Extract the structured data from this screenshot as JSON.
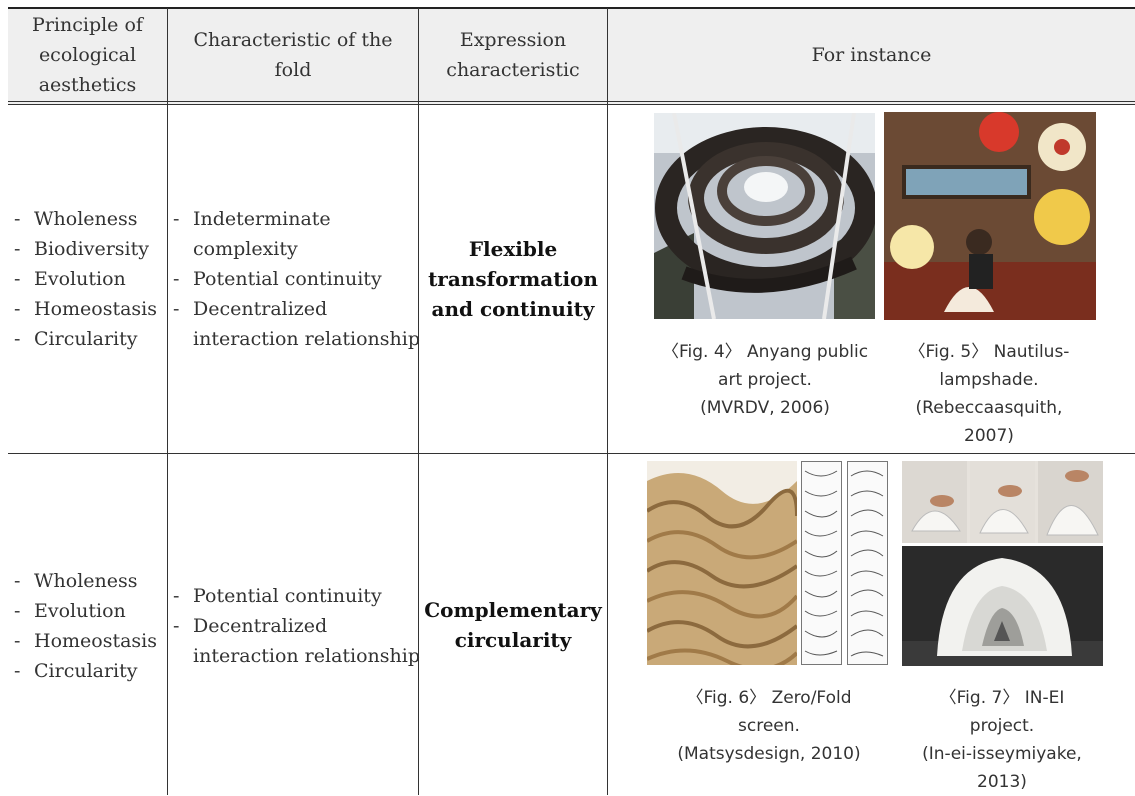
{
  "table": {
    "headers": {
      "principle": [
        "Principle of",
        "ecological",
        "aesthetics"
      ],
      "fold": [
        "Characteristic of the",
        "fold"
      ],
      "expression": [
        "Expression",
        "characteristic"
      ],
      "instance": "For instance"
    },
    "rows": [
      {
        "principles": [
          "Wholeness",
          "Biodiversity",
          "Evolution",
          "Homeostasis",
          "Circularity"
        ],
        "fold": [
          {
            "dash": "-",
            "text": "Indeterminate"
          },
          {
            "dash": "",
            "text": "complexity"
          },
          {
            "dash": "-",
            "text": "Potential continuity"
          },
          {
            "dash": "-",
            "text": "Decentralized"
          },
          {
            "dash": "",
            "text": "interaction relationship"
          }
        ],
        "expression": [
          "Flexible",
          "transformation",
          "and continuity"
        ],
        "figures": [
          {
            "caption": [
              "〈Fig. 4〉 Anyang public",
              "art project.",
              "(MVRDV, 2006)"
            ]
          },
          {
            "caption": [
              "〈Fig. 5〉 Nautilus-",
              "lampshade.",
              "(Rebeccaasquith,",
              "2007)"
            ]
          }
        ]
      },
      {
        "principles": [
          "Wholeness",
          "Evolution",
          "Homeostasis",
          "Circularity"
        ],
        "fold": [
          {
            "dash": "-",
            "text": "Potential continuity"
          },
          {
            "dash": "-",
            "text": "Decentralized"
          },
          {
            "dash": "",
            "text": "interaction relationship"
          }
        ],
        "expression": [
          "Complementary",
          "circularity"
        ],
        "figures": [
          {
            "caption": [
              "〈Fig. 6〉 Zero/Fold",
              "screen.",
              "(Matsysdesign, 2010)"
            ]
          },
          {
            "caption": [
              "〈Fig. 7〉 IN-EI",
              "project.",
              "(In-ei-isseymiyake,",
              "2013)"
            ]
          }
        ]
      }
    ]
  },
  "colors": {
    "header_bg": "#efefef",
    "rule": "#333333"
  }
}
